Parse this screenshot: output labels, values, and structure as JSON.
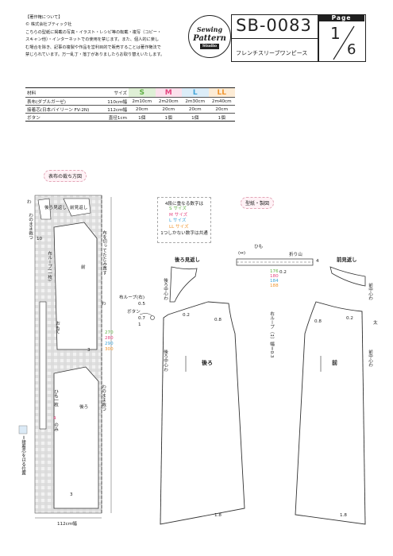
{
  "copyright": {
    "heading": "【著作権について】",
    "owner": "© 株式会社ブティック社",
    "lines": [
      "こちらの型紙に掲載の写真・イラスト・レシピ等の転載・複写（コピー・",
      "スキャン他）・インターネットでの使用を禁じます。また、個人的に楽し",
      "む場合を除き、記事の複製や作品を営利目的で販売することは著作権法で",
      "禁じられています。万一乱丁・落丁がありましたらお取り替えいたします。"
    ]
  },
  "logo": {
    "line1": "Sewing",
    "line2": "Pattern",
    "line3": "Studio"
  },
  "header": {
    "code": "SB-0083",
    "product_name": "フレンチスリーブワンピース",
    "page_label": "Page",
    "page_number": "1",
    "page_total": "6"
  },
  "materials": {
    "col_material": "材料",
    "col_size": "サイズ",
    "sizes": [
      "S",
      "M",
      "L",
      "LL"
    ],
    "size_colors": [
      "#5fb043",
      "#e5447f",
      "#3fa4d8",
      "#f0952e"
    ],
    "rows": [
      {
        "name": "表布(ダブルガーゼ)",
        "width": "110cm幅",
        "values": [
          "2m10cm",
          "2m20cm",
          "2m30cm",
          "2m40cm"
        ]
      },
      {
        "name": "接着芯(日本バイリーン FV-2N)",
        "width": "112cm幅",
        "values": [
          "20cm",
          "20cm",
          "20cm",
          "20cm"
        ]
      },
      {
        "name": "ボタン",
        "width": "直径1cm",
        "values": [
          "1個",
          "1個",
          "1個",
          "1個"
        ]
      }
    ]
  },
  "cutting": {
    "title": "表布の裁ち方図",
    "fabric_width": "112cm幅",
    "lengths": [
      "270",
      "280",
      "290",
      "300"
    ],
    "interfacing_legend": "＝接着芯をはる位置",
    "labels": {
      "wa": "わ",
      "front_facing": "前見返し",
      "back_facing": "後ろ見返し",
      "ten": "10",
      "loop": "布ループ(一枚)",
      "front": "前",
      "back": "後ろ",
      "fold_cut": "わのまま裁つ",
      "fold_cut2": "わのまま裁つ",
      "fold_cut3": "布を切ってたたみ直す",
      "omote": "おもて",
      "himo": "ひも一枚",
      "himo_count": "4",
      "nomi": "のみ",
      "three": "3",
      "one": "1"
    }
  },
  "legend": {
    "title": "4段に重なる数字は",
    "items": [
      "S サイズ",
      "M サイズ",
      "L サイズ",
      "LL サイズ"
    ],
    "note": "1つしかない数字は共通"
  },
  "pattern": {
    "title": "型紙・製図",
    "himo_label": "ひも",
    "fold_label": "折り山",
    "himo_arrow": "(↔)",
    "himo_lengths": [
      "176",
      "180",
      "184",
      "188"
    ],
    "himo_width": "4",
    "himo_seam": "0.2",
    "back_facing": "後ろ見返し",
    "front_facing": "前見返し",
    "loop_label": "布ループ(右)",
    "loop_w": "0.5",
    "button_label": "ボタン",
    "button_v1": "0.7",
    "button_v2": "1",
    "back_center": "後ろ中心わ",
    "back_center2": "後ろ中心わ",
    "front_center": "前中心わ",
    "front_center2": "前中心わ",
    "back": "後ろ",
    "front": "前",
    "v02": "0.2",
    "v08": "0.8",
    "v08b": "0.8",
    "v02b": "0.2",
    "v18": "1.8",
    "v18b": "1.8",
    "right_loop": "右ループ（↕）幅＝0.3",
    "cut_label": "太"
  }
}
